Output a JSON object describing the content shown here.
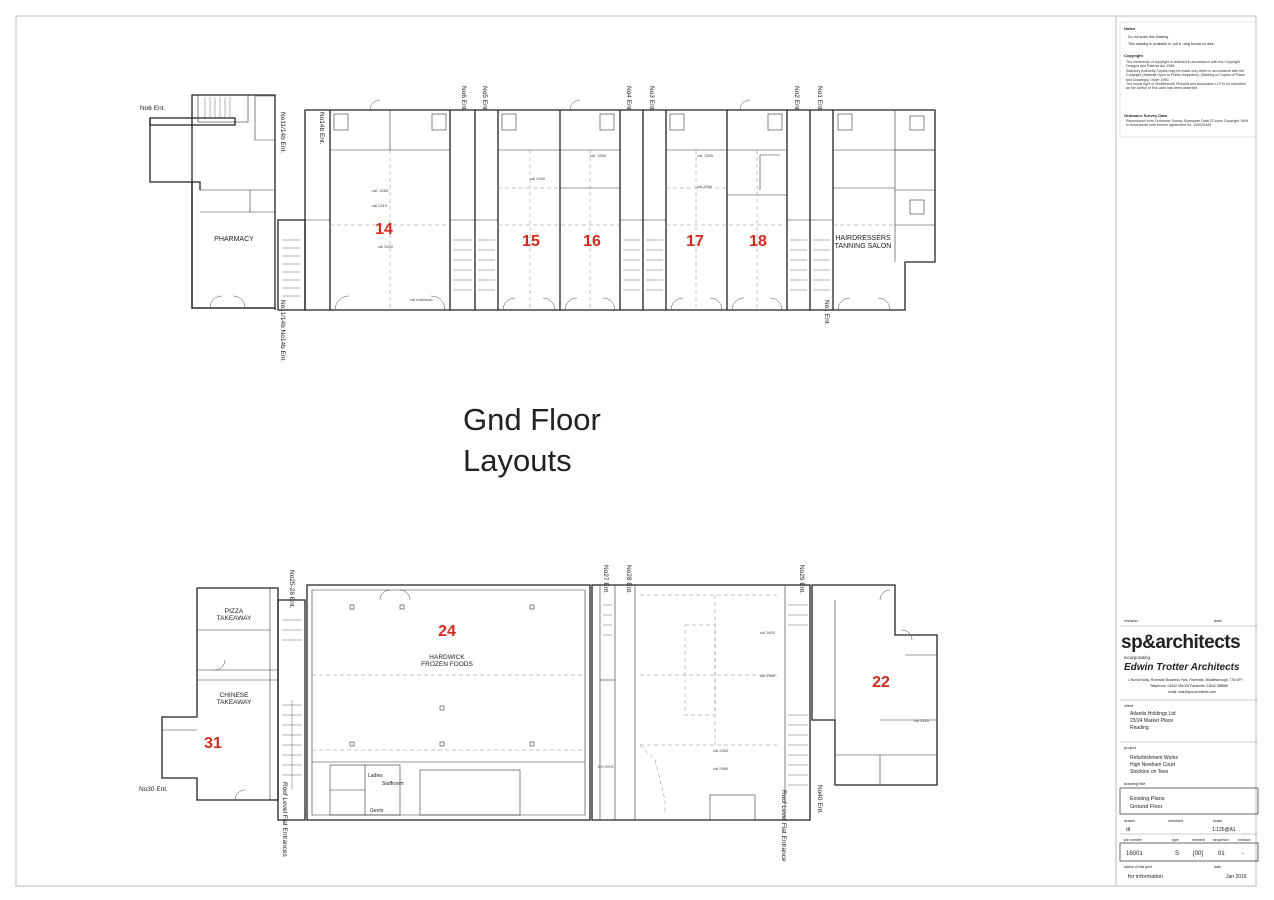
{
  "title": {
    "line1": "Gnd Floor",
    "line2": "Layouts"
  },
  "top_plan": {
    "units": [
      {
        "id": "14",
        "name": "unit-14"
      },
      {
        "id": "15",
        "name": "unit-15"
      },
      {
        "id": "16",
        "name": "unit-16"
      },
      {
        "id": "17",
        "name": "unit-17"
      },
      {
        "id": "18",
        "name": "unit-18"
      }
    ],
    "rooms": {
      "pharmacy": "PHARMACY",
      "hairdressers_line1": "HAIRDRESSERS",
      "hairdressers_line2": "TANNING SALON"
    },
    "entrances": {
      "no6": "No6 Ent.",
      "no11_14b_a": "No11/14b Ent.",
      "no14b_a": "No14b Ent.",
      "no6_top": "No6 Ent.",
      "no5_top": "No5 Ent.",
      "no4_top": "No4 Ent.",
      "no3_top": "No3 Ent.",
      "no2_top": "No2 Ent.",
      "no1_top": "No1 Ent.",
      "no11_14b_bottom": "No11/14b No14b Ent.",
      "no1_bottom": "No1 Ent."
    }
  },
  "bottom_plan": {
    "units": [
      {
        "id": "24",
        "name": "unit-24"
      },
      {
        "id": "31",
        "name": "unit-31"
      },
      {
        "id": "22",
        "name": "unit-22"
      }
    ],
    "rooms": {
      "pizza_line1": "PIZZA",
      "pizza_line2": "TAKEAWAY",
      "chinese_line1": "CHINESE",
      "chinese_line2": "TAKEAWAY",
      "hardwick_line1": "HARDWICK",
      "hardwick_line2": "FROZEN FOODS",
      "ladies": "Ladies",
      "gents": "Gents",
      "staffroom": "Staffroom"
    },
    "entrances": {
      "no25_26": "No25-26 Ent.",
      "no30": "No30 Ent.",
      "roof_level_left": "Roof Level Flat Entrances",
      "no27": "No27 Ent.",
      "no28": "No28 Ent.",
      "no29": "No29 Ent.",
      "roof_level_right": "Roof Level Flat Entrance",
      "no40": "No40 Ent."
    }
  },
  "title_block": {
    "notes_heading": "Notes",
    "notes_line1": "Do not scale this drawing.",
    "notes_line2": "This drawing is available in .pdf & .dwg format on disk.",
    "copyright_heading": "Copyright",
    "copyright_p1": "The ownership of copyright is retained in accordance with the Copyright Designs and Patents Act 1988.",
    "copyright_p2": "Statutory Authority Copies may be made only when in accordance with the Copyright (Material Open to Public Inspection) (Marking of Copies of Plans and Drawings) Order 1990.",
    "copyright_p3": "The moral right of Shuttleworth Picknett and Associates LLP to be identified as the author of this work has been asserted.",
    "os_heading": "Ordnance Survey Data",
    "os_text": "Reproduced from Ordnance Survey Superplan Data ©Crown Copyright 1999 in accordance with licence agreement no. 100020449",
    "revision_label": "revision",
    "date_label": "date",
    "logo": "sp&architects",
    "incorporating": "incorporating",
    "practice": "Edwin Trotter Architects",
    "address": "1 Bunton Way, Riverside Business Park, Riverside, Middlesbrough, TS4 3PY",
    "phone": "Telephone: 01642 951003   Facsimile: 01642 968586",
    "email": "email: mail@spa-architects.com",
    "client_label": "client",
    "client_line1": "Atlantis Holdings Ltd",
    "client_line2": "23/24 Market Place",
    "client_line3": "Reading",
    "project_label": "project",
    "project_line1": "Refurbishment Works",
    "project_line2": "High Newham Court",
    "project_line3": "Stockton on Tees",
    "drawing_title_label": "drawing title",
    "drawing_line1": "Existing Plans",
    "drawing_line2": "Ground Floor",
    "drawn_label": "drawn",
    "checked_label": "checked",
    "scale_label": "scale",
    "drawn_value": "dt",
    "scale_value": "1:125@A1",
    "job_label": "job number",
    "type_label": "type",
    "element_label": "element",
    "sequence_label": "sequence",
    "revision_col_label": "revision",
    "job_value": "16001",
    "type_value": "S",
    "element_value": "[00]",
    "sequence_value": "01",
    "revision_value": "-",
    "status_label": "status of this print",
    "status_date_label": "date",
    "status_value": "for information",
    "status_date": "Jan 2016"
  }
}
